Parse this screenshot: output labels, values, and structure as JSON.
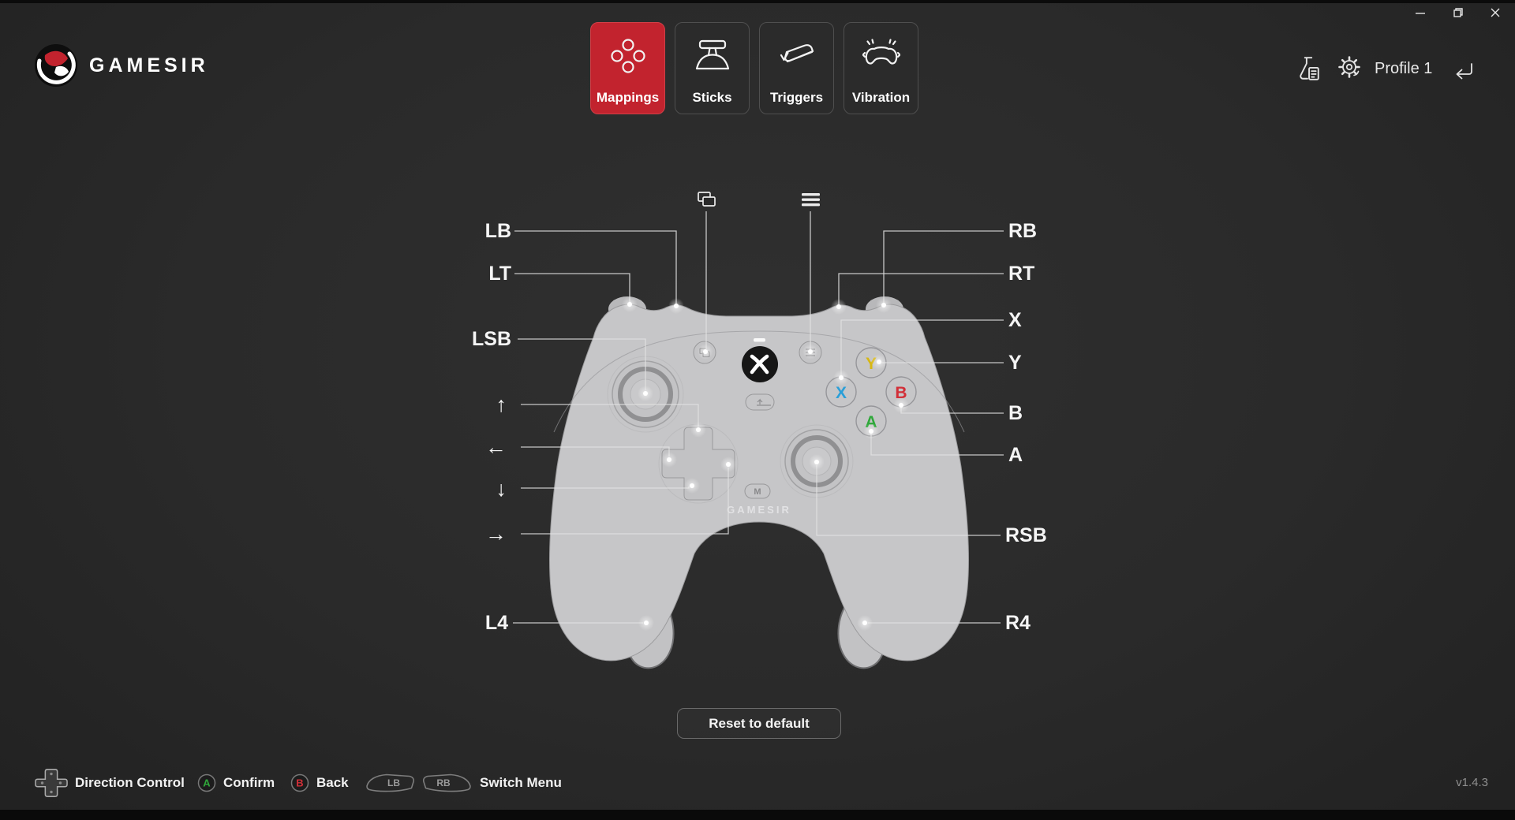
{
  "window_controls": {
    "icons": [
      "minimize-icon",
      "restore-icon",
      "close-icon"
    ]
  },
  "brand": {
    "wordmark": "GAMESIR"
  },
  "nav_tabs": {
    "items": [
      {
        "label": "Mappings",
        "icon": "face-buttons-icon",
        "selected": true
      },
      {
        "label": "Sticks",
        "icon": "joystick-icon",
        "selected": false
      },
      {
        "label": "Triggers",
        "icon": "trigger-icon",
        "selected": false
      },
      {
        "label": "Vibration",
        "icon": "vibration-icon",
        "selected": false
      }
    ]
  },
  "header_right": {
    "profile_label": "Profile 1",
    "icons": [
      "test-mode-icon",
      "settings-gear-icon",
      "return-icon"
    ]
  },
  "figure": {
    "top_icons": [
      "copy-screen-icon",
      "hamburger-menu-icon"
    ],
    "left_labels": [
      {
        "text": "LB"
      },
      {
        "text": "LT"
      },
      {
        "text": "LSB"
      },
      {
        "text": "↑"
      },
      {
        "text": "←"
      },
      {
        "text": "↓"
      },
      {
        "text": "→"
      },
      {
        "text": "L4"
      }
    ],
    "right_labels": [
      {
        "text": "RB"
      },
      {
        "text": "RT"
      },
      {
        "text": "X"
      },
      {
        "text": "Y"
      },
      {
        "text": "B"
      },
      {
        "text": "A"
      },
      {
        "text": "RSB"
      },
      {
        "text": "R4"
      }
    ],
    "face_buttons": [
      {
        "letter": "Y",
        "color": "#d7b713"
      },
      {
        "letter": "X",
        "color": "#2a9fd8"
      },
      {
        "letter": "B",
        "color": "#d22f38"
      },
      {
        "letter": "A",
        "color": "#2fa83a"
      }
    ],
    "body_wordmark": "GAMESIR",
    "m_button": "M"
  },
  "reset_button": {
    "label": "Reset to default"
  },
  "footer": {
    "hints": [
      {
        "icon": "dpad-icon",
        "label": "Direction Control"
      },
      {
        "icon": "a-button-badge",
        "badge": "A",
        "label": "Confirm"
      },
      {
        "icon": "b-button-badge",
        "badge": "B",
        "label": "Back"
      },
      {
        "icon": "bumpers-icon",
        "bumpers": [
          "LB",
          "RB"
        ],
        "label": "Switch Menu"
      }
    ],
    "version": "v1.4.3"
  },
  "colors": {
    "accent_red": "#c2232e",
    "background": "#2a2a2a",
    "controller_body": "#c6c6c8",
    "button_a": "#2fa83a",
    "button_b": "#d22f38",
    "button_x": "#2a9fd8",
    "button_y": "#d7b713"
  }
}
